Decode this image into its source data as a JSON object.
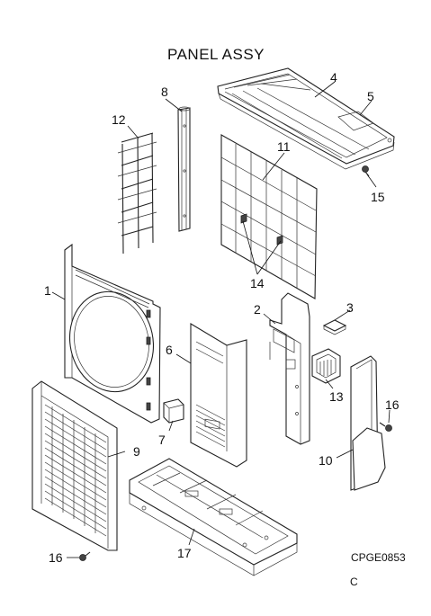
{
  "diagram": {
    "title": "PANEL ASSY",
    "drawing_code": "CPGE0853",
    "revision": "C",
    "callouts": [
      {
        "id": "c1",
        "label": "1"
      },
      {
        "id": "c2",
        "label": "2"
      },
      {
        "id": "c3",
        "label": "3"
      },
      {
        "id": "c4",
        "label": "4"
      },
      {
        "id": "c5",
        "label": "5"
      },
      {
        "id": "c6",
        "label": "6"
      },
      {
        "id": "c7",
        "label": "7"
      },
      {
        "id": "c8",
        "label": "8"
      },
      {
        "id": "c9",
        "label": "9"
      },
      {
        "id": "c10",
        "label": "10"
      },
      {
        "id": "c11",
        "label": "11"
      },
      {
        "id": "c12",
        "label": "12"
      },
      {
        "id": "c13",
        "label": "13"
      },
      {
        "id": "c14",
        "label": "14"
      },
      {
        "id": "c15",
        "label": "15"
      },
      {
        "id": "c16a",
        "label": "16"
      },
      {
        "id": "c16b",
        "label": "16"
      },
      {
        "id": "c17",
        "label": "17"
      }
    ]
  }
}
